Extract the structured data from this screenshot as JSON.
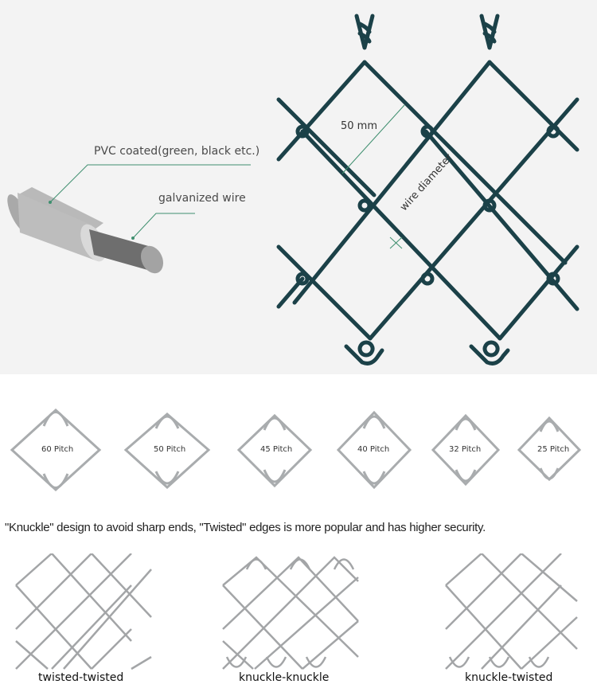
{
  "wire_diagram": {
    "pvc_label": "PVC coated(green, black etc.)",
    "galvanized_label": "galvanized wire",
    "colors": {
      "background": "#f3f3f3",
      "leader_line": "#3f8f6f",
      "coating": "#b7b7b7",
      "core": "#6c6c6c"
    }
  },
  "mesh_diagram": {
    "mesh_size_label": "50 mm",
    "wire_diameter_label": "wire diameter",
    "colors": {
      "wire": "#1b4148",
      "annotation": "#3f8f6f"
    }
  },
  "pitches": [
    {
      "label": "60 Pitch"
    },
    {
      "label": "50 Pitch"
    },
    {
      "label": "45 Pitch"
    },
    {
      "label": "40 Pitch"
    },
    {
      "label": "32 Pitch"
    },
    {
      "label": "25 Pitch"
    }
  ],
  "caption": "\"Knuckle\" design to avoid sharp ends, \"Twisted\"  edges is more popular and has higher security.",
  "edge_types": [
    {
      "label": "twisted-twisted"
    },
    {
      "label": "knuckle-knuckle"
    },
    {
      "label": "knuckle-twisted"
    }
  ]
}
